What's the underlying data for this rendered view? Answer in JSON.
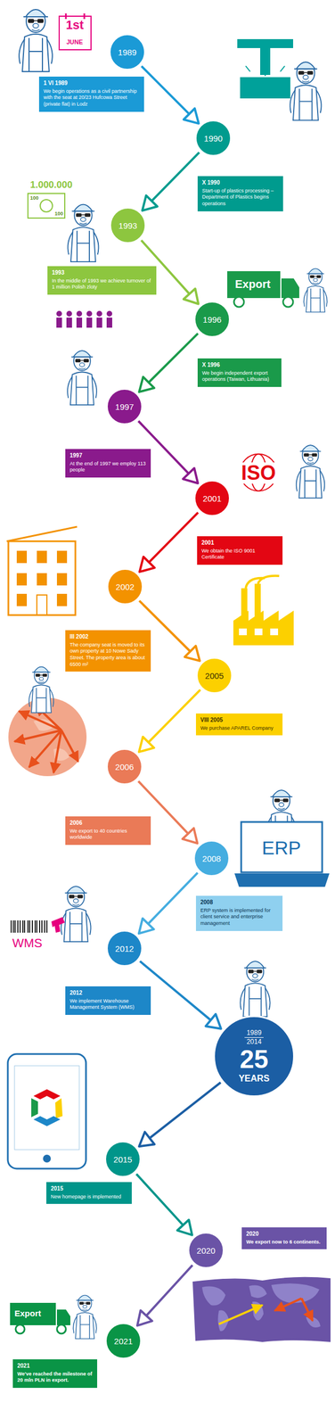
{
  "diagram": {
    "nodes": [
      {
        "text": [
          "1989"
        ]
      },
      {
        "text": [
          "1 VI 1989",
          "We begin operations as a civil partnership with the seat at 20/23 Hufcowa Street (private flat) in Lodz"
        ]
      },
      {
        "text": [
          "1990"
        ]
      },
      {
        "text": [
          "X 1990",
          "Start-up of plastics processing – Department of Plastics begins operations"
        ]
      },
      {
        "text": [
          "1993"
        ]
      },
      {
        "text": [
          "1993",
          "In the middle of 1993 we achieve turnover of 1 million Polish zloty"
        ]
      },
      {
        "text": [
          "1996"
        ]
      },
      {
        "text": [
          "X 1996",
          "We begin independent export operations (Taiwan, Lithuania)"
        ]
      },
      {
        "text": [
          "1997"
        ]
      },
      {
        "text": [
          "1997",
          "At the end of 1997 we employ 113 people"
        ]
      },
      {
        "text": [
          "2001"
        ]
      },
      {
        "text": [
          "2001",
          "We obtain the ISO 9001 Certificate"
        ]
      },
      {
        "text": [
          "2002"
        ]
      },
      {
        "text": [
          "III 2002",
          "The company seat is moved to its own property at 10 Nowe Sady Street. The property area is about 6500 m²"
        ]
      },
      {
        "text": [
          "2005"
        ]
      },
      {
        "text": [
          "VIII 2005",
          "We purchase APAREL Company"
        ]
      },
      {
        "text": [
          "2006"
        ]
      },
      {
        "text": [
          "2006",
          "We export to 40 countries worldwide"
        ]
      },
      {
        "text": [
          "2008"
        ]
      },
      {
        "text": [
          "2008",
          "ERP system is implemented for client service and enterprise management"
        ]
      },
      {
        "text": [
          "2012"
        ]
      },
      {
        "text": [
          "2012",
          "We implement Warehouse Management System (WMS)"
        ]
      },
      {
        "text": [
          "1989",
          "2014",
          "25",
          "YEARS"
        ]
      },
      {
        "text": [
          "2015"
        ]
      },
      {
        "text": [
          "2015",
          "New homepage is implemented"
        ]
      },
      {
        "text": [
          "2020"
        ]
      },
      {
        "text": [
          "2020",
          "We export now to 6 continents."
        ]
      },
      {
        "text": [
          "2021"
        ]
      },
      {
        "text": [
          "2021",
          "We've reached the milestone of 20 mln PLN in export."
        ]
      }
    ],
    "edges": [
      {
        "from": 0,
        "to": 2,
        "arrow": "to"
      },
      {
        "from": 2,
        "to": 4,
        "arrow": "to"
      },
      {
        "from": 4,
        "to": 6,
        "arrow": "to"
      },
      {
        "from": 6,
        "to": 8,
        "arrow": "to"
      },
      {
        "from": 8,
        "to": 10,
        "arrow": "to"
      },
      {
        "from": 10,
        "to": 12,
        "arrow": "to"
      },
      {
        "from": 12,
        "to": 14,
        "arrow": "to"
      },
      {
        "from": 14,
        "to": 16,
        "arrow": "to"
      },
      {
        "from": 16,
        "to": 18,
        "arrow": "to"
      },
      {
        "from": 18,
        "to": 20,
        "arrow": "to"
      },
      {
        "from": 20,
        "to": 22,
        "arrow": "to"
      },
      {
        "from": 22,
        "to": 23,
        "arrow": "to"
      },
      {
        "from": 23,
        "to": 25,
        "arrow": "to"
      },
      {
        "from": 25,
        "to": 27,
        "arrow": "to"
      }
    ],
    "labels": [
      "1st",
      "JUNE",
      "1.000.000",
      "100",
      "100",
      "Export",
      "ISO",
      "ERP",
      "WMS",
      "Export"
    ]
  }
}
